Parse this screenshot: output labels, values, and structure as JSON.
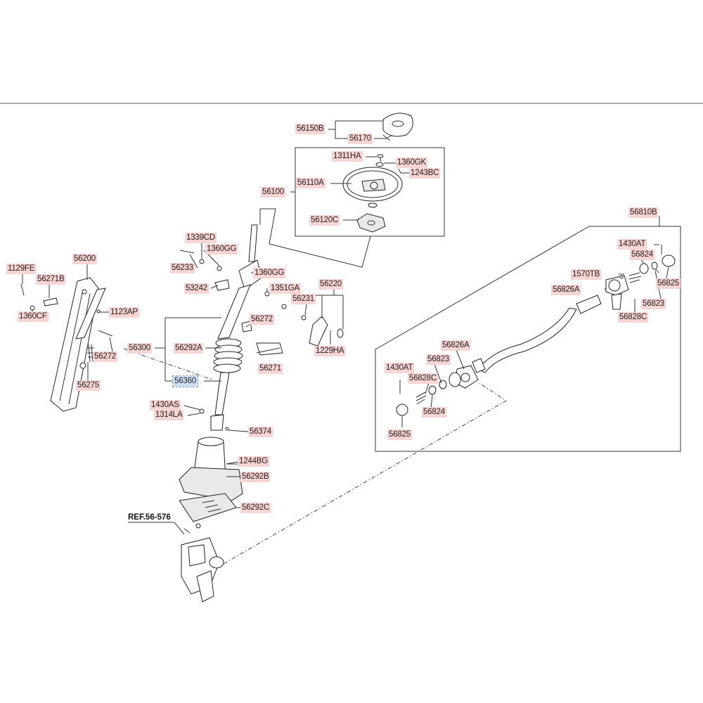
{
  "reference": "REF.56-576",
  "labels": {
    "l56150B": "56150B",
    "l56170": "56170",
    "l1311HA": "1311HA",
    "l1360GK": "1360GK",
    "l1243BC": "1243BC",
    "l56110A": "56110A",
    "l56100": "56100",
    "l56120C": "56120C",
    "l1339CD": "1339CD",
    "l1360GG_a": "1360GG",
    "l56233": "56233",
    "l1360GG_b": "1360GG",
    "l53242": "53242",
    "l1351GA": "1351GA",
    "l56220": "56220",
    "l56231": "56231",
    "l56272_a": "56272",
    "l56292A": "56292A",
    "l56300": "56300",
    "l56271": "56271",
    "l1229HA": "1229HA",
    "l56360": "56360",
    "l1430AS": "1430AS",
    "l1314LA": "1314LA",
    "l56374": "56374",
    "l1244BG": "1244BG",
    "l56292B": "56292B",
    "l56292C": "56292C",
    "l56200": "56200",
    "l1129FE": "1129FE",
    "l56271B": "56271B",
    "l1123AP": "1123AP",
    "l1360CF": "1360CF",
    "l56272_b": "56272",
    "l56275": "56275",
    "l56810B": "56810B",
    "l1430AT_a": "1430AT",
    "l56824_a": "56824",
    "l1570TB": "1570TB",
    "l56825_a": "56825",
    "l56826A_a": "56826A",
    "l56823_a": "56823",
    "l56828C_a": "56828C",
    "l56826A_b": "56826A",
    "l1430AT_b": "1430AT",
    "l56823_b": "56823",
    "l56828C_b": "56828C",
    "l56824_b": "56824",
    "l56825_b": "56825"
  },
  "selected_label": "56360",
  "colors": {
    "label_bg": "#f8d4d2",
    "selected_bg": "#cfe0f6",
    "line": "#333333"
  }
}
